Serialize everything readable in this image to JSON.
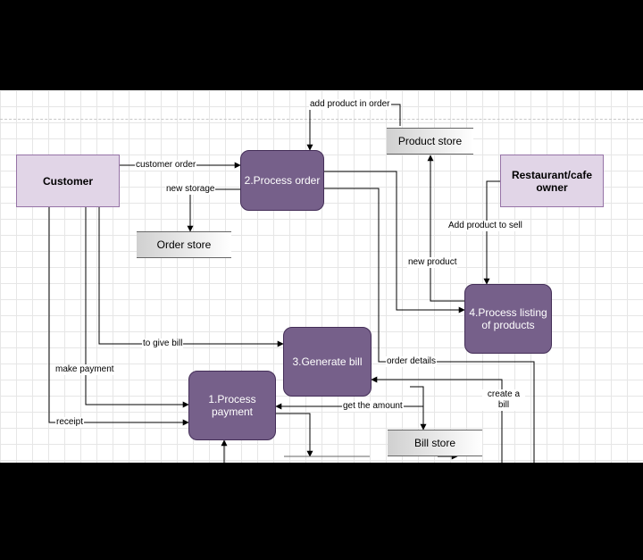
{
  "diagram": {
    "entities": {
      "customer": "Customer",
      "restaurant": "Restaurant/cafe owner"
    },
    "processes": {
      "process_order": "2.Process order",
      "process_listing": "4.Process listing of products",
      "generate_bill": "3.Generate bill",
      "process_payment": "1.Process payment"
    },
    "stores": {
      "product_store": "Product store",
      "order_store": "Order store",
      "bill_store": "Bill store"
    },
    "flows": {
      "add_product_in_order": "add product in order",
      "customer_order": "customer order",
      "new_storage": "new storage",
      "add_product_to_sell": "Add product to sell",
      "new_product": "new product",
      "to_give_bill": "to give bill",
      "make_payment": "make payment",
      "order_details": "order details",
      "create_a_bill": "create a bill",
      "get_the_amount": "get the amount",
      "receipt": "receipt"
    },
    "colors": {
      "entity_fill": "#e1d5e7",
      "process_fill": "#76608a",
      "store_fill": "#d0d0d0"
    }
  }
}
